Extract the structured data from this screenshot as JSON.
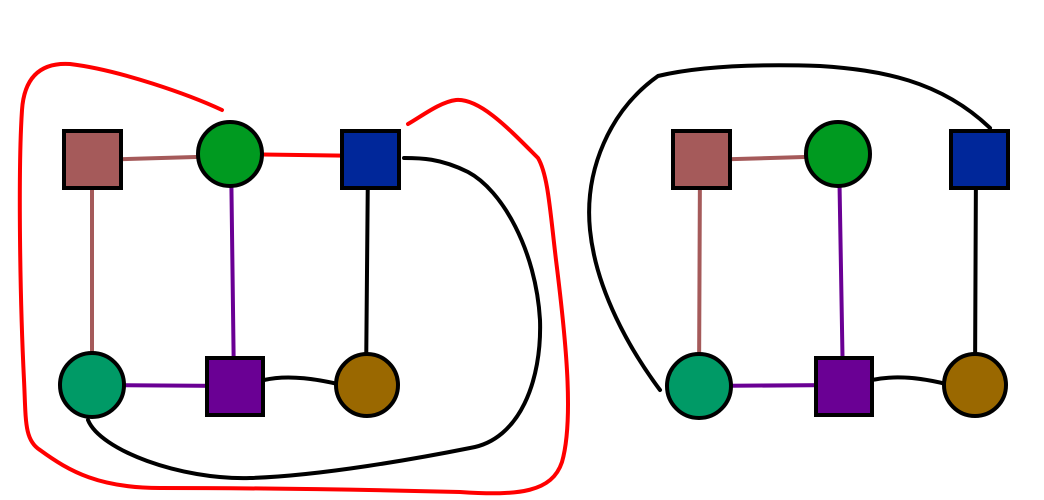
{
  "colors": {
    "brown_square": "#a55a5a",
    "green_circle": "#009a20",
    "blue_square": "#00279a",
    "teal_circle": "#009a66",
    "purple_square": "#6a0094",
    "ochre_circle": "#9a6800",
    "edge_brown": "#a55a5a",
    "edge_purple": "#6a0094",
    "edge_red": "#ff0000",
    "edge_black": "#000000",
    "outline_red": "#ff0000"
  },
  "diagrams": [
    {
      "name": "left-graph",
      "nodes": [
        {
          "id": "a",
          "shape": "square",
          "color": "brown_square"
        },
        {
          "id": "b",
          "shape": "circle",
          "color": "green_circle"
        },
        {
          "id": "c",
          "shape": "square",
          "color": "blue_square"
        },
        {
          "id": "d",
          "shape": "circle",
          "color": "teal_circle"
        },
        {
          "id": "e",
          "shape": "square",
          "color": "purple_square"
        },
        {
          "id": "f",
          "shape": "circle",
          "color": "ochre_circle"
        }
      ],
      "edges": [
        {
          "from": "a",
          "to": "b",
          "color": "edge_brown"
        },
        {
          "from": "b",
          "to": "c",
          "color": "edge_red"
        },
        {
          "from": "a",
          "to": "d",
          "color": "edge_brown"
        },
        {
          "from": "b",
          "to": "e",
          "color": "edge_purple"
        },
        {
          "from": "c",
          "to": "f",
          "color": "edge_black"
        },
        {
          "from": "d",
          "to": "e",
          "color": "edge_purple"
        },
        {
          "from": "e",
          "to": "f",
          "color": "edge_black"
        },
        {
          "from": "d",
          "to": "c",
          "color": "edge_black",
          "curved": true
        }
      ],
      "outline": {
        "color": "outline_red"
      }
    },
    {
      "name": "right-graph",
      "nodes": [
        {
          "id": "a",
          "shape": "square",
          "color": "brown_square"
        },
        {
          "id": "b",
          "shape": "circle",
          "color": "green_circle"
        },
        {
          "id": "c",
          "shape": "square",
          "color": "blue_square"
        },
        {
          "id": "d",
          "shape": "circle",
          "color": "teal_circle"
        },
        {
          "id": "e",
          "shape": "square",
          "color": "purple_square"
        },
        {
          "id": "f",
          "shape": "circle",
          "color": "ochre_circle"
        }
      ],
      "edges": [
        {
          "from": "a",
          "to": "b",
          "color": "edge_brown"
        },
        {
          "from": "a",
          "to": "d",
          "color": "edge_brown"
        },
        {
          "from": "b",
          "to": "e",
          "color": "edge_purple"
        },
        {
          "from": "c",
          "to": "f",
          "color": "edge_black"
        },
        {
          "from": "d",
          "to": "e",
          "color": "edge_purple"
        },
        {
          "from": "e",
          "to": "f",
          "color": "edge_black"
        },
        {
          "from": "d",
          "to": "c",
          "color": "edge_black",
          "curved": true
        }
      ]
    }
  ]
}
